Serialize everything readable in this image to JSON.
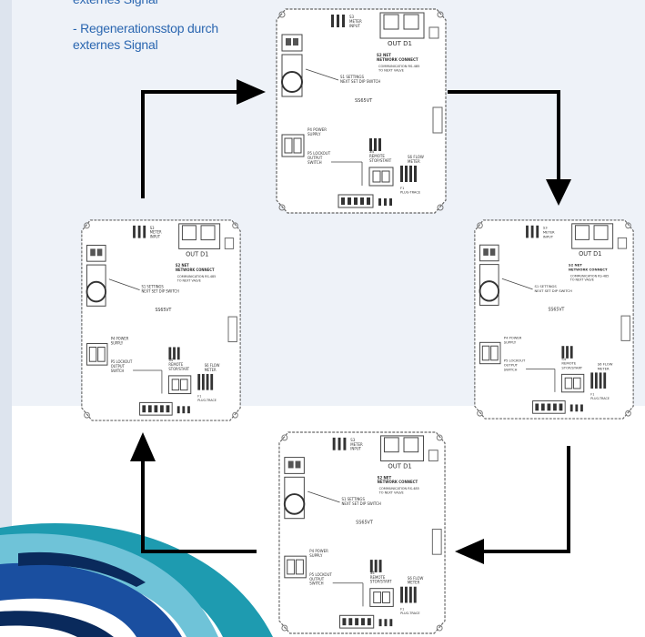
{
  "bullets": [
    "externes Signal",
    "- Regenerationsstop durch\nexternes Signal"
  ],
  "board": {
    "model": "SS65VT",
    "out_label": "OUT  D1",
    "labels": {
      "meter": "S3\nMETER\nINPUT",
      "network": "S2 NET\nNETWORK CONNECT",
      "network_note": "COMMUNICATION RS-485\nTO NEXT VALVE",
      "dip": "S1 SETTINGS\nNEXT SET DIP SWITCH",
      "flow": "S6 FLOW\nMETER",
      "power": "P4 POWER\nSUPPLY",
      "remote": "S4\nREMOTE\nSTOP/START",
      "fuse": "F1\nPLUG-TRACE",
      "lock": "P5 LOCKOUT\nOUTPUT\nSWITCH"
    }
  },
  "colors": {
    "panel": "#eef2f8",
    "text": "#2a66b0",
    "arrow": "#000000",
    "swirl_blue": "#1a4fa0",
    "swirl_teal": "#1e9bb0",
    "swirl_light": "#6fc3d8"
  }
}
